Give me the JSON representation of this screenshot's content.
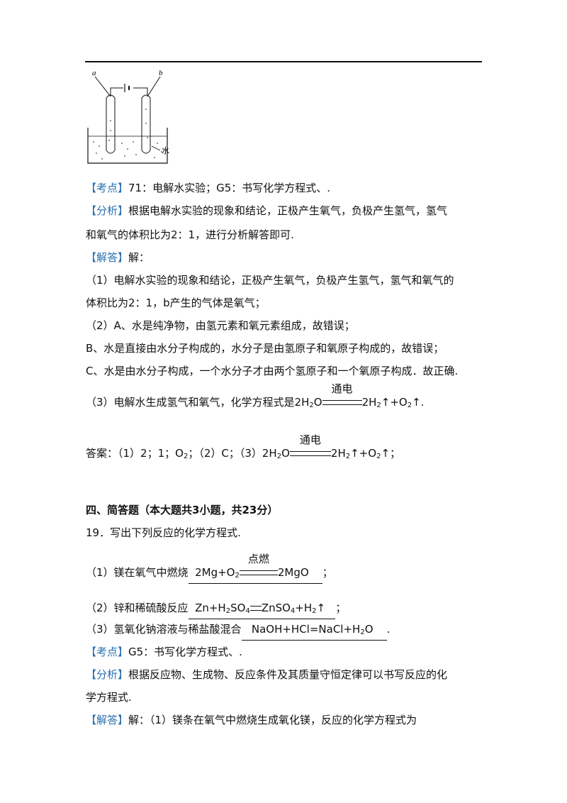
{
  "figure": {
    "label_a": "a",
    "label_b": "b",
    "label_water": "水"
  },
  "lines": {
    "kaodian1_tag": "【考点】",
    "kaodian1_text": "71：电解水实验；G5：书写化学方程式、.",
    "fenxi1_tag": "【分析】",
    "fenxi1_text1": "根据电解水实验的现象和结论，正极产生氧气，负极产生氢气，氢气",
    "fenxi1_text2": "和氧气的体积比为2：1，进行分析解答即可.",
    "jieda1_tag": "【解答】",
    "jieda1_text": "解：",
    "p1_line1": "（1）电解水实验的现象和结论，正极产生氧气，负极产生氢气，氢气和氧气的",
    "p1_line2": "体积比为2：1，b产生的气体是氧气；",
    "p2_line": "（2）A、水是纯净物，由氢元素和氧元素组成，故错误；",
    "pB_line": "B、水是直接由水分子构成的，水分子是由氢原子和氧原子构成的，故错误；",
    "pC_line": "C、水是由水分子构成，一个水分子才由两个氢原子和一个氧原子构成．故正确.",
    "p3_prefix": "（3）电解水生成氢气和氧气，化学方程式是",
    "eq_condition": "通电",
    "ans_prefix": "答案：（1）2；1；O",
    "ans_mid1": "；（2）C；（3）",
    "ans_end": "；",
    "section_title": "四、简答题（本大题共3小题，共23分）",
    "q19": "19．写出下列反应的化学方程式.",
    "q19_1_prefix": "（1）镁在氧气中燃烧",
    "q19_1_cond": "点燃",
    "q19_1_end": "；",
    "q19_2_prefix": "（2）锌和稀硫酸反应",
    "q19_2_end": "；",
    "q19_3_prefix": "（3）氢氧化钠溶液与稀盐酸混合",
    "q19_3_eq": "NaOH+HCl=NaCl+H",
    "q19_3_end": ".",
    "kaodian2_tag": "【考点】",
    "kaodian2_text": "G5：书写化学方程式、.",
    "fenxi2_tag": "【分析】",
    "fenxi2_text1": "根据反应物、生成物、反应条件及其质量守恒定律可以书写反应的化",
    "fenxi2_text2": "学方程式.",
    "jieda2_tag": "【解答】",
    "jieda2_text": "解：（1）镁条在氧气中燃烧生成氧化镁，反应的化学方程式为"
  }
}
